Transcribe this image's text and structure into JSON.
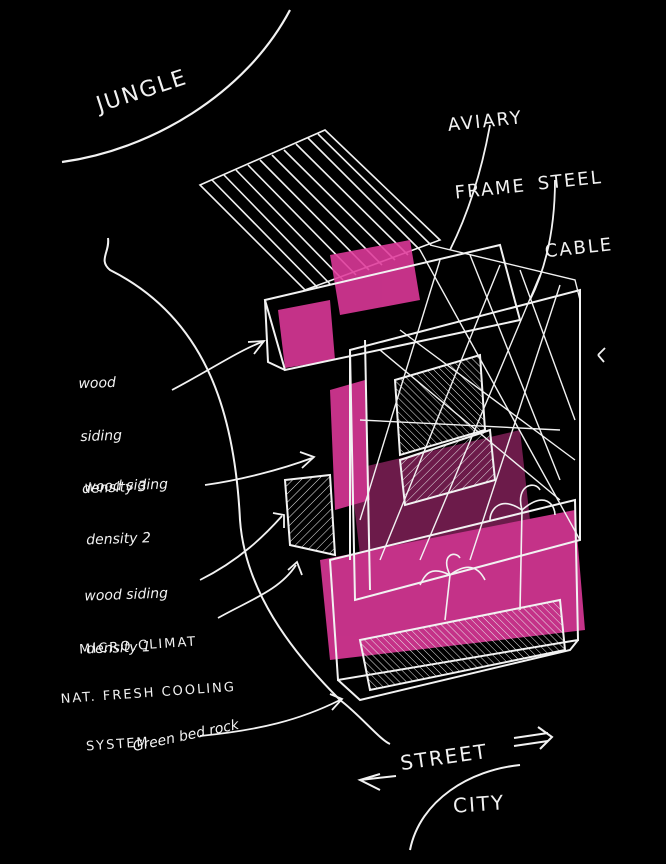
{
  "labels": {
    "jungle": "JUNGLE",
    "aviary_frame_line1": "AVIARY",
    "aviary_frame_line2": "FRAME",
    "steel_cable_line1": "STEEL",
    "steel_cable_line2": "CABLE",
    "wood_density_3_line1": "wood",
    "wood_density_3_line2": "siding",
    "wood_density_3_line3": "density 3",
    "wood_density_2_line1": "wood siding",
    "wood_density_2_line2": "density 2",
    "wood_density_1_line1": "wood siding",
    "wood_density_1_line2": "density 1",
    "microclimat_line1": "MICRO.CLIMAT",
    "microclimat_line2": "NAT. FRESH COOLING",
    "microclimat_line3": "SYSTEM",
    "green_bedrock": "Green bed rock",
    "street": "STREET",
    "city": "CITY"
  },
  "colors": {
    "background": "#000000",
    "ink": "#f2f2f2",
    "highlight": "#e0399b"
  }
}
